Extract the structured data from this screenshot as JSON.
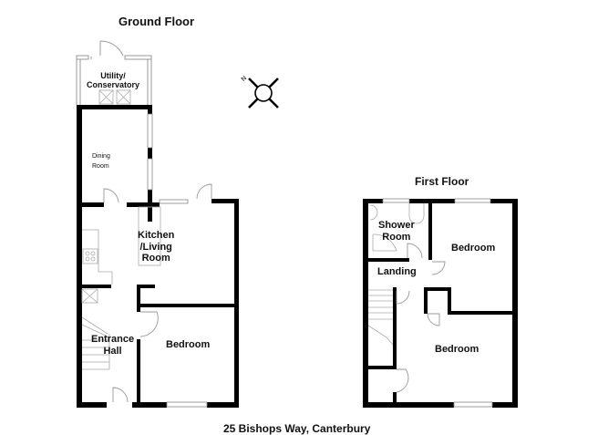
{
  "floors": {
    "ground": {
      "title": "Ground Floor",
      "rooms": {
        "utility": "Utility/ Conservatory",
        "utility_l1": "Utility/",
        "utility_l2": "Conservatory",
        "dining_l1": "Dining",
        "dining_l2": "Room",
        "kitchen_l1": "Kitchen",
        "kitchen_l2": "/Living",
        "kitchen_l3": "Room",
        "hall_l1": "Entrance",
        "hall_l2": "Hall",
        "bedroom": "Bedroom"
      }
    },
    "first": {
      "title": "First Floor",
      "rooms": {
        "shower_l1": "Shower",
        "shower_l2": "Room",
        "landing": "Landing",
        "bedroom1": "Bedroom",
        "bedroom2": "Bedroom"
      }
    }
  },
  "compass": {
    "icon": "north-compass-icon",
    "label": "N"
  },
  "address": "25 Bishops Way, Canterbury",
  "colors": {
    "wall": "#000000",
    "fixture": "#888888",
    "background": "#ffffff"
  }
}
